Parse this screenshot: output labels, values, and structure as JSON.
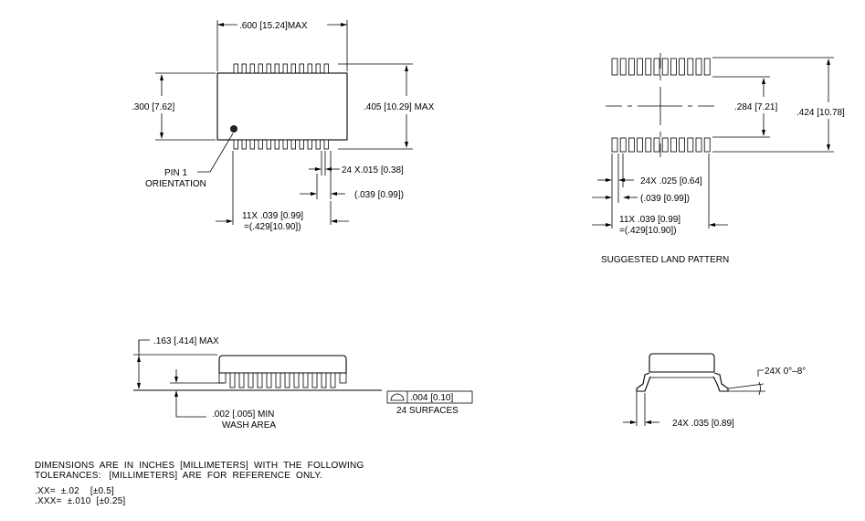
{
  "top_view": {
    "width_dim": ".600  [15.24]MAX",
    "body_height_dim": ".300  [7.62]",
    "overall_height_dim": ".405  [10.29]  MAX",
    "pin1_label_1": "PIN  1",
    "pin1_label_2": "ORIENTATION",
    "lead_width_dim": "24  X.015  [0.38]",
    "pitch_dim": "(.039  [0.99])",
    "span_dim_1": "11X  .039  [0.99]",
    "span_dim_2": "=(.429[10.90])"
  },
  "land_pattern": {
    "row_spacing_dim": ".284  [7.21]",
    "overall_dim": ".424  [10.78]",
    "pad_width_dim": "24X  .025  [0.64]",
    "pitch_dim": "(.039  [0.99])",
    "span_dim_1": "11X  .039  [0.99]",
    "span_dim_2": "=(.429[10.90])",
    "caption": "SUGGESTED  LAND  PATTERN"
  },
  "side_view": {
    "height_dim": ".163  [.414]  MAX",
    "standoff_dim_1": ".002  [.005]  MIN",
    "standoff_dim_2": "WASH  AREA",
    "coplanarity_value": ".004  [0.10]",
    "coplanarity_note": "24  SURFACES"
  },
  "end_view": {
    "angle_dim": "24X  0°–8°",
    "lead_length_dim": "24X  .035  [0.89]"
  },
  "notes": {
    "line1": "DIMENSIONS  ARE  IN  INCHES  [MILLIMETERS]  WITH  THE  FOLLOWING",
    "line2": "TOLERANCES:   [MILLIMETERS]  ARE  FOR  REFERENCE  ONLY.",
    "line3": ".XX=  ±.02    [±0.5]",
    "line4": ".XXX=  ±.010  [±0.25]"
  }
}
